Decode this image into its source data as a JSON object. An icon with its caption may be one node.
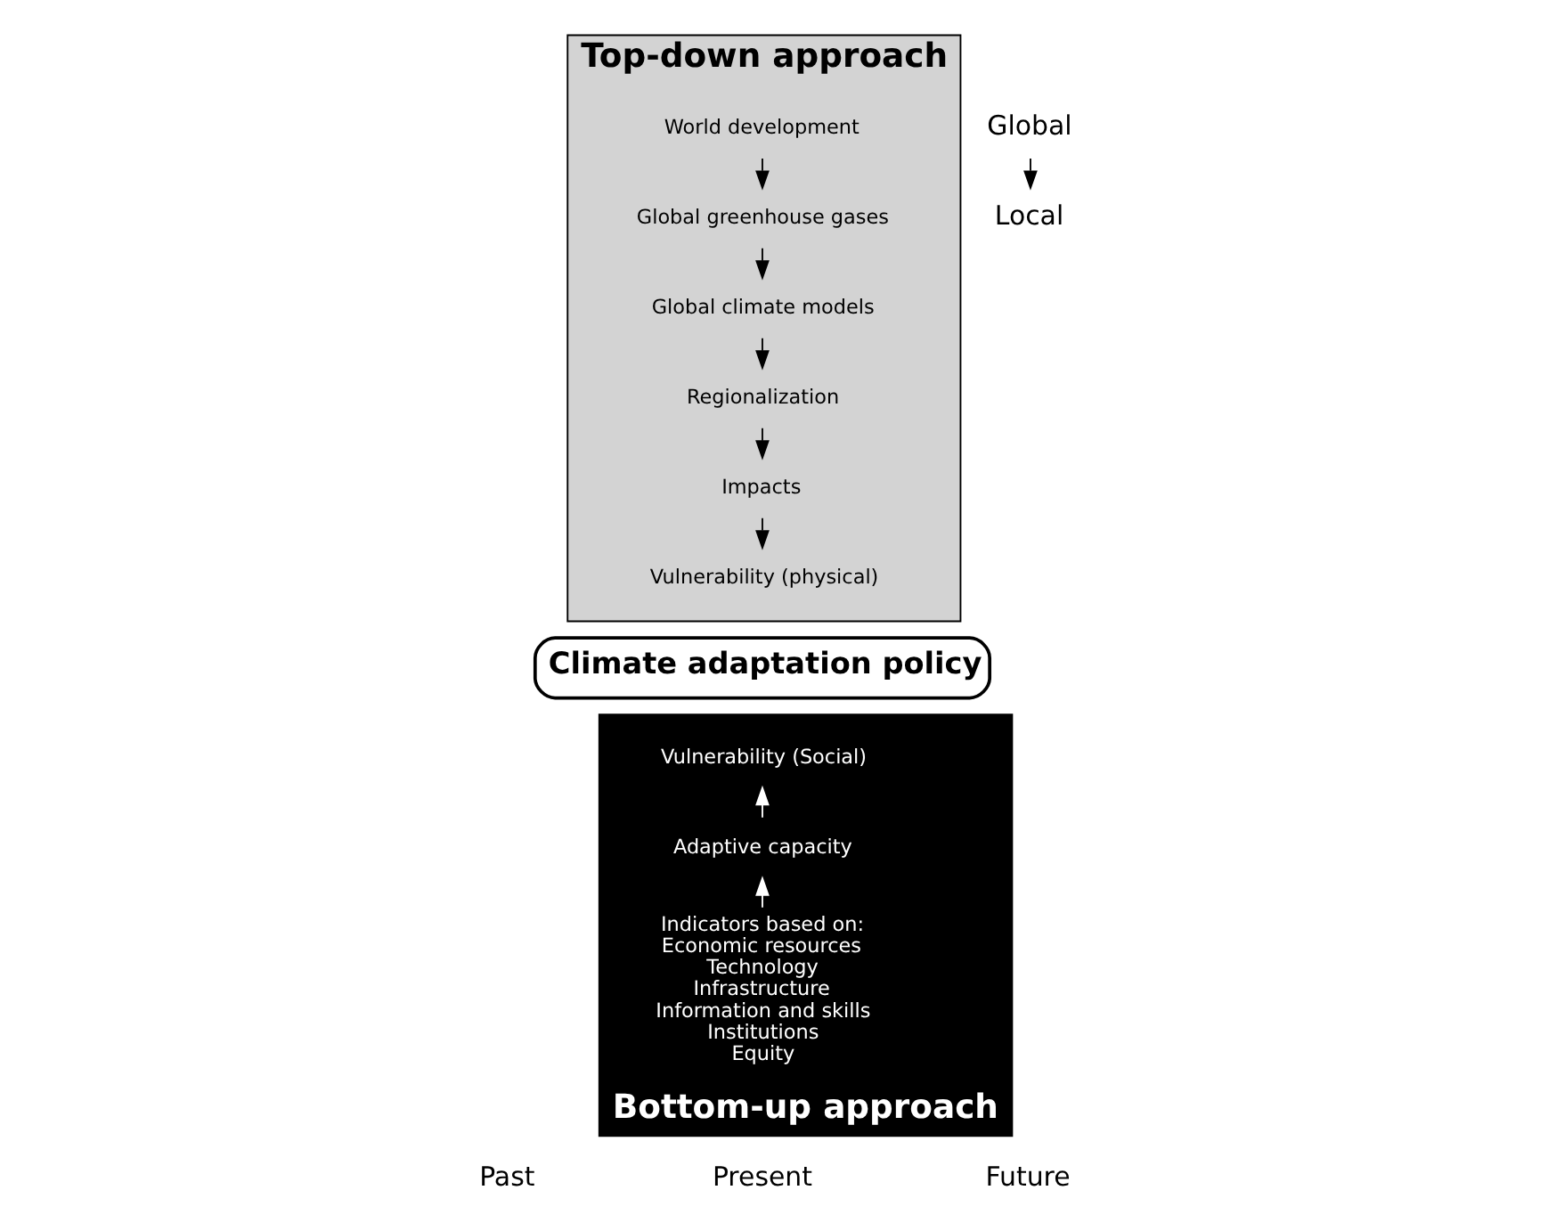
{
  "diagram": {
    "nodes": [
      {
        "text": [
          "Top-down approach"
        ]
      },
      {
        "text": [
          "World development"
        ],
        "in": 0
      },
      {
        "text": [
          "Global greenhouse gases"
        ],
        "in": 0
      },
      {
        "text": [
          "Global climate models"
        ],
        "in": 0
      },
      {
        "text": [
          "Regionalization"
        ],
        "in": 0
      },
      {
        "text": [
          "Impacts"
        ],
        "in": 0
      },
      {
        "text": [
          "Vulnerability (physical)"
        ],
        "in": 0
      },
      {
        "text": [
          "Climate adaptation policy"
        ]
      },
      {
        "text": [
          "Bottom-up approach"
        ]
      },
      {
        "text": [
          "Vulnerability (Social)"
        ],
        "in": 8
      },
      {
        "text": [
          "Adaptive capacity"
        ],
        "in": 8
      },
      {
        "text": [
          "Indicators based on:",
          "Economic resources",
          "Technology",
          "Infrastructure",
          "Information and skills",
          "Institutions",
          "Equity"
        ],
        "in": 8
      },
      {
        "text": [
          "Global"
        ]
      },
      {
        "text": [
          "Local"
        ]
      }
    ],
    "edges": [
      {
        "from": 1,
        "to": 2,
        "arrow": "to"
      },
      {
        "from": 2,
        "to": 3,
        "arrow": "to"
      },
      {
        "from": 3,
        "to": 4,
        "arrow": "to"
      },
      {
        "from": 4,
        "to": 5,
        "arrow": "to"
      },
      {
        "from": 5,
        "to": 6,
        "arrow": "to"
      },
      {
        "from": 11,
        "to": 10,
        "arrow": "to",
        "color": "#ffffff"
      },
      {
        "from": 10,
        "to": 9,
        "arrow": "to",
        "color": "#ffffff"
      },
      {
        "from": 12,
        "to": 13,
        "arrow": "to"
      }
    ],
    "labels": [
      "Past",
      "Present",
      "Future"
    ]
  }
}
